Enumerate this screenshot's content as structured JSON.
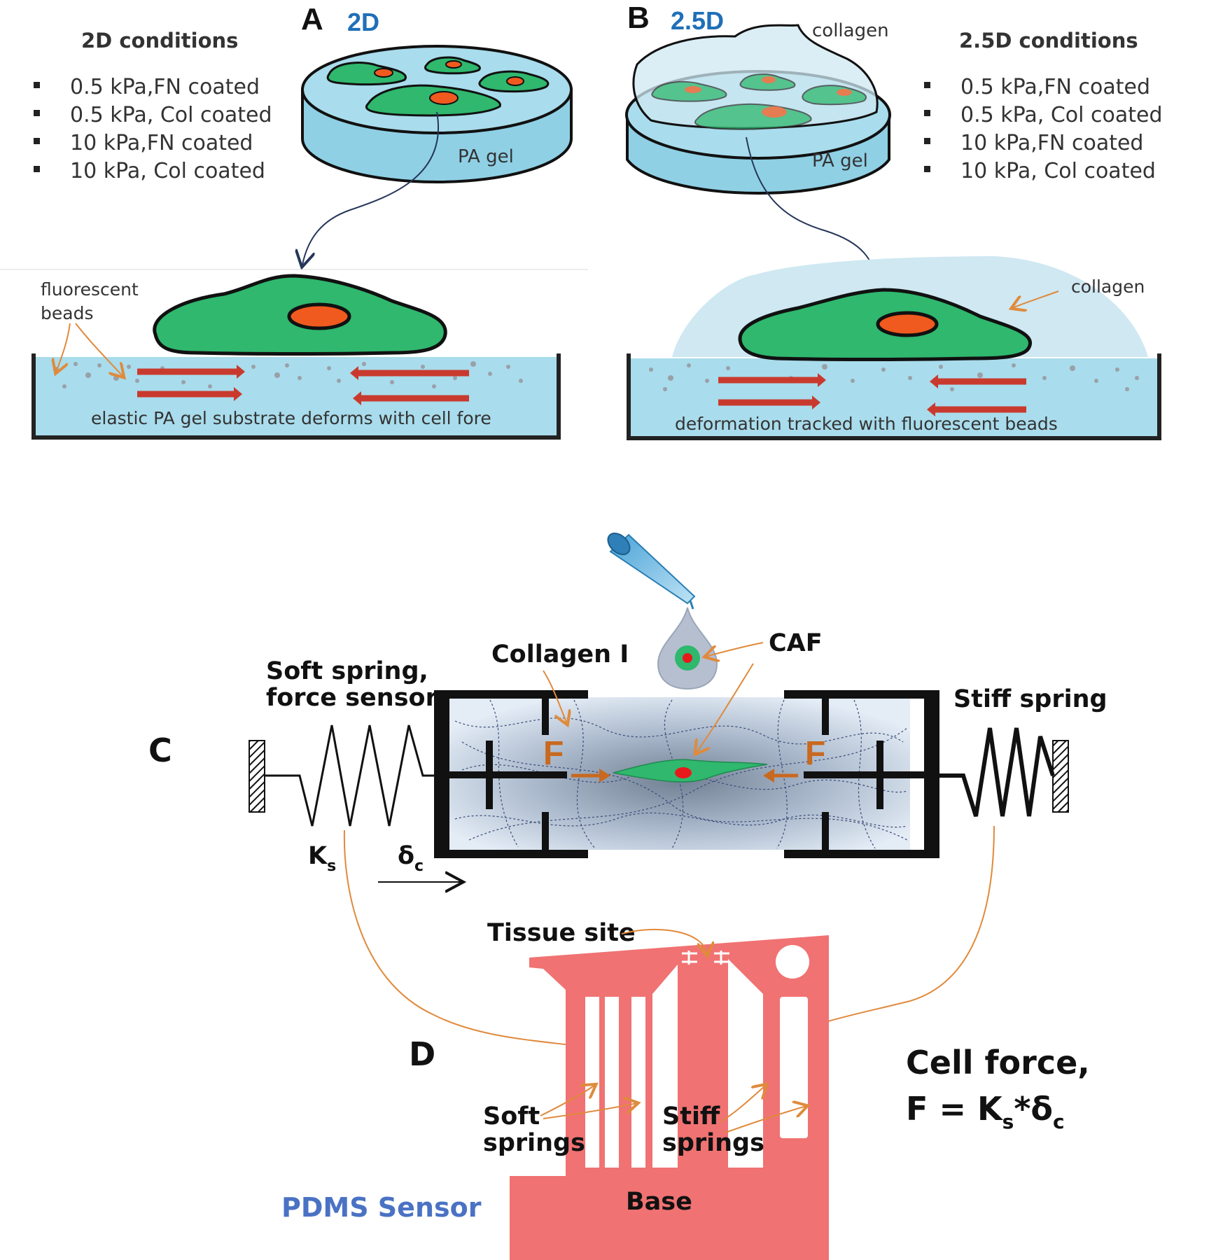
{
  "panelA": {
    "letter": "A",
    "tag": "2D",
    "conditions_title": "2D conditions",
    "conditions": [
      "0.5 kPa,FN coated",
      "0.5 kPa, Col coated",
      "10 kPa,FN coated",
      "10 kPa, Col coated"
    ],
    "gel_label": "PA gel",
    "beads_label_1": "fluorescent",
    "beads_label_2": "beads",
    "substrate_caption": "elastic PA gel substrate deforms with cell fore"
  },
  "panelB": {
    "letter": "B",
    "tag": "2.5D",
    "collagen_top": "collagen",
    "conditions_title": "2.5D conditions",
    "conditions": [
      "0.5 kPa,FN coated",
      "0.5 kPa, Col coated",
      "10 kPa,FN coated",
      "10 kPa, Col coated"
    ],
    "gel_label": "PA gel",
    "collagen_label": "collagen",
    "substrate_caption": "deformation tracked with fluorescent beads"
  },
  "panelC": {
    "letter": "C",
    "soft_spring_1": "Soft spring,",
    "soft_spring_2": "force sensor",
    "collagen_label": "Collagen I",
    "caf_label": "CAF",
    "stiff_spring": "Stiff spring",
    "force_symbol": "F",
    "ks_main": "K",
    "ks_sub": "s",
    "delta_main": "δ",
    "delta_sub": "c"
  },
  "panelD": {
    "letter": "D",
    "tissue_site": "Tissue site",
    "soft_springs_1": "Soft",
    "soft_springs_2": "springs",
    "stiff_springs_1": "Stiff",
    "stiff_springs_2": "springs",
    "base": "Base",
    "sensor_label": "PDMS Sensor",
    "force_title": "Cell force,",
    "eq_prefix": "F = K",
    "eq_sub1": "s",
    "eq_mid": "*δ",
    "eq_sub2": "c"
  },
  "colors": {
    "gel": "#a9dcec",
    "gel_dark": "#7fc7de",
    "cell": "#2fb86e",
    "nucleus": "#f05a1e",
    "arrow_red": "#c93a2e",
    "pointer_orange": "#e08a3c",
    "pdms": "#f07272",
    "collagen": "#cfe8f2"
  }
}
